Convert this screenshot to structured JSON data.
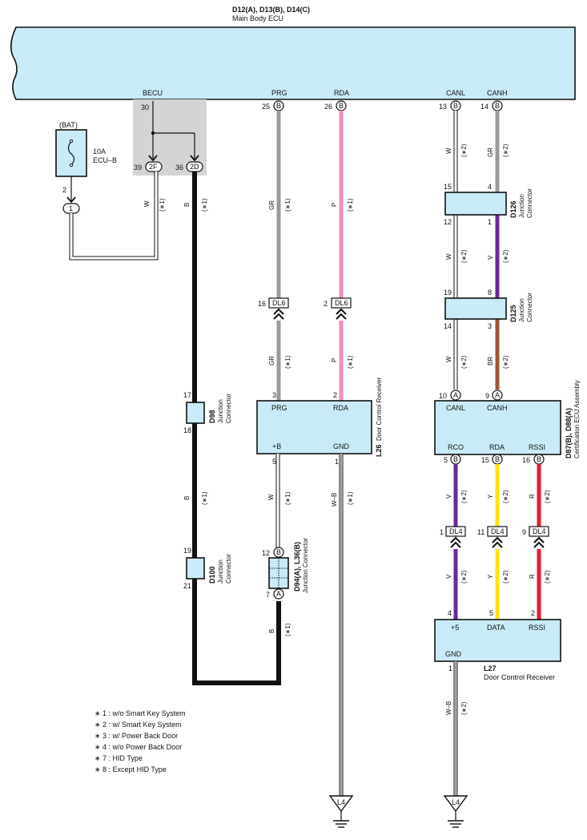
{
  "ecu": {
    "code": "D12(A), D13(B), D14(C)",
    "name": "Main Body ECU",
    "pins": {
      "becu": "BECU",
      "prg": "PRG",
      "rda": "RDA",
      "canl": "CANL",
      "canh": "CANH"
    }
  },
  "pinNums": {
    "p30": "30",
    "p39": "39",
    "p36": "36",
    "p25": "25",
    "p26": "26",
    "p13": "13",
    "p14": "14",
    "p2": "2",
    "p15": "15",
    "p4": "4",
    "p12": "12",
    "p1": "1",
    "p19": "19",
    "p8": "8",
    "p14b": "14",
    "p3": "3",
    "p10": "10",
    "p9": "9",
    "p17": "17",
    "p18": "18",
    "p19b": "19",
    "p21": "21",
    "p16": "16",
    "p2b": "2",
    "p3b": "3",
    "p2c": "2",
    "p5": "5",
    "p1b": "1",
    "p12b": "12",
    "p7": "7",
    "p5b": "5",
    "p15b": "15",
    "p16b": "16",
    "p1c": "1",
    "p11": "11",
    "p9b": "9",
    "p4b": "4",
    "p5c": "5",
    "p2d": "2",
    "p1d": "1"
  },
  "conn": {
    "c2f": "2F",
    "c2d": "2D",
    "c1": "1",
    "dl6": "DL6",
    "dl4": "DL4",
    "a": "A",
    "b": "B"
  },
  "fuse": {
    "bat": "(BAT)",
    "rating": "10A",
    "name": "ECU–B"
  },
  "wires": {
    "w": "W",
    "b": "B",
    "gr": "GR",
    "p": "P",
    "v": "V",
    "br": "BR",
    "y": "Y",
    "r": "R",
    "wb": "W–B"
  },
  "notes": {
    "n1": "(∗1)",
    "n2": "(∗2)"
  },
  "jc": {
    "d126": {
      "code": "D126",
      "name": "Junction",
      "name2": "Connector"
    },
    "d125": {
      "code": "D125",
      "name": "Junction",
      "name2": "Connector"
    },
    "d98": {
      "code": "D98",
      "name": "Junction",
      "name2": "Connector"
    },
    "d100": {
      "code": "D100",
      "name": "Junction",
      "name2": "Connector"
    },
    "d94": {
      "code": "D94(A), L36(B)",
      "name": "Junction Connector"
    }
  },
  "l26": {
    "code": "L26",
    "name": "Door Control Receiver",
    "prg": "PRG",
    "rda": "RDA",
    "b": "+B",
    "gnd": "GND"
  },
  "cert": {
    "code": "D87(B), D88(A)",
    "name": "Certification ECU Assembly",
    "canl": "CANL",
    "canh": "CANH",
    "rco": "RCO",
    "rda": "RDA",
    "rssi": "RSSI"
  },
  "l27": {
    "code": "L27",
    "name": "Door Control Receiver",
    "p5": "+5",
    "data": "DATA",
    "rssi": "RSSI",
    "gnd": "GND"
  },
  "ground": {
    "label": "L4"
  },
  "legend": [
    "∗ 1 : w/o Smart Key System",
    "∗ 2 : w/ Smart Key System",
    "∗ 3 : w/ Power Back Door",
    "∗ 4 : w/o Power Back Door",
    "∗ 7 : HID Type",
    "∗ 8 : Except HID Type"
  ],
  "colors": {
    "gray": "#9a9a9a",
    "pink": "#f28cbf",
    "purple": "#6a2a96",
    "brown": "#9a5634",
    "yellow": "#ffe500",
    "red": "#e0202a",
    "black": "#111111",
    "box": "#c9ebf7",
    "shade": "#d4d4d4"
  }
}
